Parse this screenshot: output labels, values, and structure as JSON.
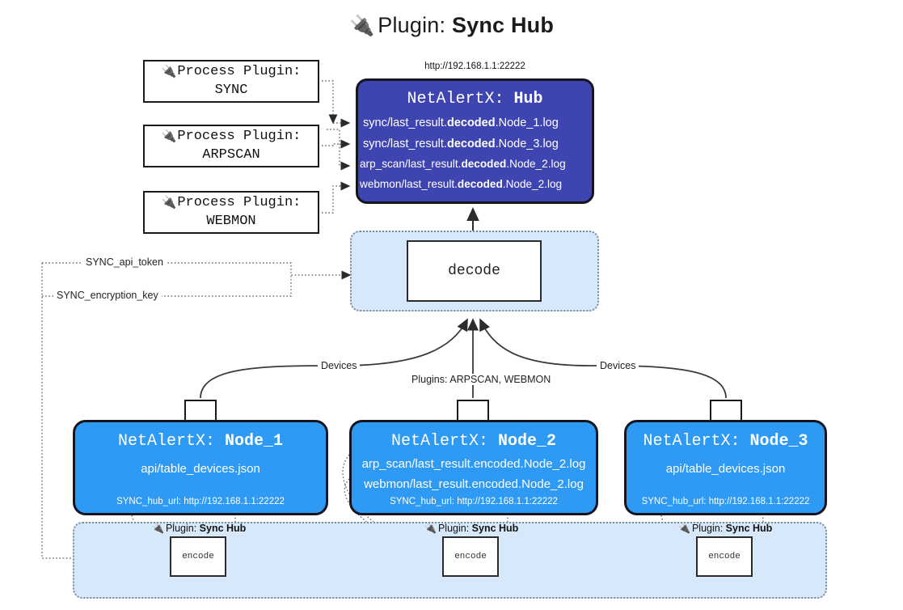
{
  "title": {
    "icon": "🔌",
    "prefix": "Plugin:",
    "name": "Sync Hub"
  },
  "colors": {
    "hub_fill": "#3f45b0",
    "node_fill": "#2e9af4",
    "group_fill": "#d6e8f9",
    "stroke": "#15151f",
    "edge": "#4a4a4a"
  },
  "process_plugins": [
    {
      "icon": "🔌",
      "label": "Process Plugin:",
      "name": "SYNC"
    },
    {
      "icon": "🔌",
      "label": "Process Plugin:",
      "name": "ARPSCAN"
    },
    {
      "icon": "🔌",
      "label": "Process Plugin:",
      "name": "WEBMON"
    }
  ],
  "hub": {
    "url": "http://192.168.1.1:22222",
    "title_prefix": "NetAlertX:",
    "title_name": "Hub",
    "logs": [
      {
        "pre": "sync/last_result.",
        "em": "decoded",
        "post": ".Node_1.log"
      },
      {
        "pre": "sync/last_result.",
        "em": "decoded",
        "post": ".Node_3.log"
      },
      {
        "pre": "arp_scan/last_result.",
        "em": "decoded",
        "post": ".Node_2.log"
      },
      {
        "pre": "webmon/last_result.",
        "em": "decoded",
        "post": ".Node_2.log"
      }
    ]
  },
  "decode": {
    "label": "decode"
  },
  "config_edges": [
    {
      "label": "SYNC_api_token"
    },
    {
      "label": "SYNC_encryption_key"
    }
  ],
  "edge_labels": {
    "devices_left": "Devices",
    "devices_right": "Devices",
    "plugins_center": "Plugins: ARPSCAN, WEBMON"
  },
  "nodes": [
    {
      "title_prefix": "NetAlertX:",
      "title_name": "Node_1",
      "lines": [
        "api/table_devices.json"
      ],
      "url_key": "SYNC_hub_url:",
      "url_value": "http://192.168.1.1:22222"
    },
    {
      "title_prefix": "NetAlertX:",
      "title_name": "Node_2",
      "lines": [
        "arp_scan/last_result.encoded.Node_2.log",
        "webmon/last_result.encoded.Node_2.log"
      ],
      "url_key": "SYNC_hub_url:",
      "url_value": "http://192.168.1.1:22222"
    },
    {
      "title_prefix": "NetAlertX:",
      "title_name": "Node_3",
      "lines": [
        "api/table_devices.json"
      ],
      "url_key": "SYNC_hub_url:",
      "url_value": "http://192.168.1.1:22222"
    }
  ],
  "encoders": [
    {
      "icon": "🔌",
      "label_prefix": "Plugin:",
      "label_name": "Sync Hub",
      "box": "encode"
    },
    {
      "icon": "🔌",
      "label_prefix": "Plugin:",
      "label_name": "Sync Hub",
      "box": "encode"
    },
    {
      "icon": "🔌",
      "label_prefix": "Plugin:",
      "label_name": "Sync Hub",
      "box": "encode"
    }
  ]
}
